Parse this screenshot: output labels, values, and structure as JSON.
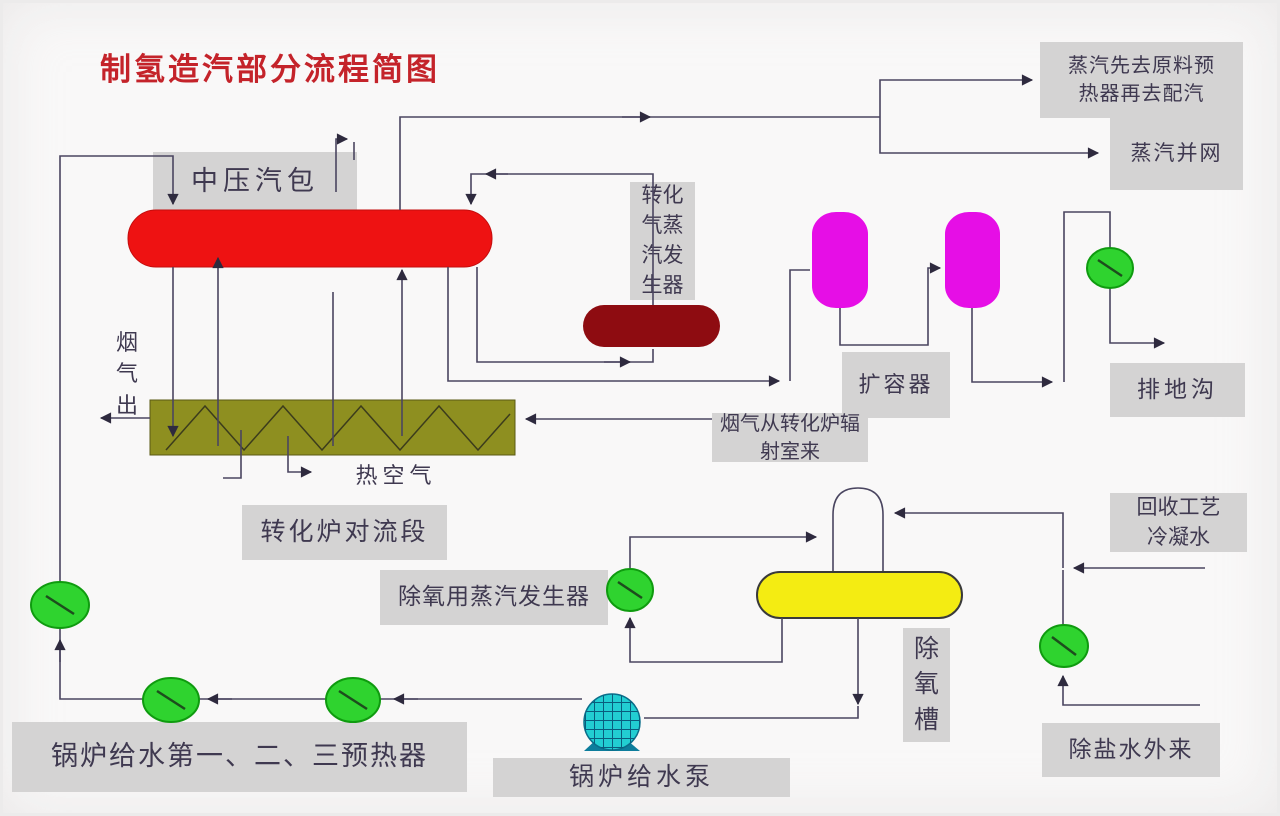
{
  "title": {
    "text": "制氢造汽部分流程简图"
  },
  "labels": {
    "steam_drum": "中压汽包",
    "steam_route": "蒸汽先去原料预热器再去配汽",
    "steam_grid": "蒸汽并网",
    "syngas_steam_generator": "转化气蒸汽发生器",
    "flash_tank": "扩容器",
    "drain": "排地沟",
    "flue_gas_out": "烟气出",
    "hot_air": "热空气",
    "convection_section": "转化炉对流段",
    "flue_gas_from_radiant": "烟气从转化炉辐射室来",
    "deaerator_steam_generator": "除氧用蒸汽发生器",
    "deaerator_tank": "除氧槽",
    "recovered_condensate": "回收工艺冷凝水",
    "demin_water": "除盐水外来",
    "bfw_preheaters": "锅炉给水第一、二、三预热器",
    "bfw_pump": "锅炉给水泵"
  },
  "icons": {
    "pump-icon": "green ellipse with diagonal slash (circulating pump)",
    "bfw-pump-icon": "cyan meshed circle with pedestal (boiler feed water pump)"
  },
  "colors": {
    "title_red": "#c4232a",
    "drum_red": "#ee1212",
    "exchanger_maroon": "#8e0c11",
    "convection_olive": "#8e8f20",
    "flash_magenta": "#e60ee6",
    "deaerator_yellow": "#f4ec12",
    "pump_green": "#2fd32f",
    "bfw_pump_cyan": "#22ced2",
    "pipe_line": "#4a4560",
    "label_bg": "#d4d3d3",
    "label_text": "#3f3950"
  }
}
